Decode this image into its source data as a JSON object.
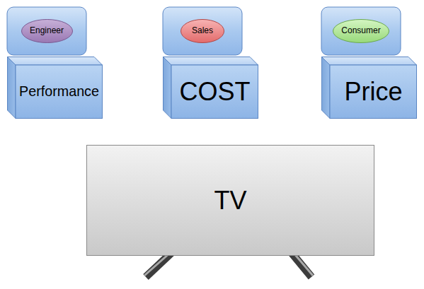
{
  "diagram": {
    "nodes": [
      {
        "text": [
          "Engineer"
        ]
      },
      {
        "text": [
          "Sales"
        ]
      },
      {
        "text": [
          "Consumer"
        ]
      },
      {
        "text": [
          "Performance"
        ]
      },
      {
        "text": [
          "COST"
        ]
      },
      {
        "text": [
          "Price"
        ]
      },
      {
        "text": [
          "TV"
        ]
      }
    ]
  }
}
